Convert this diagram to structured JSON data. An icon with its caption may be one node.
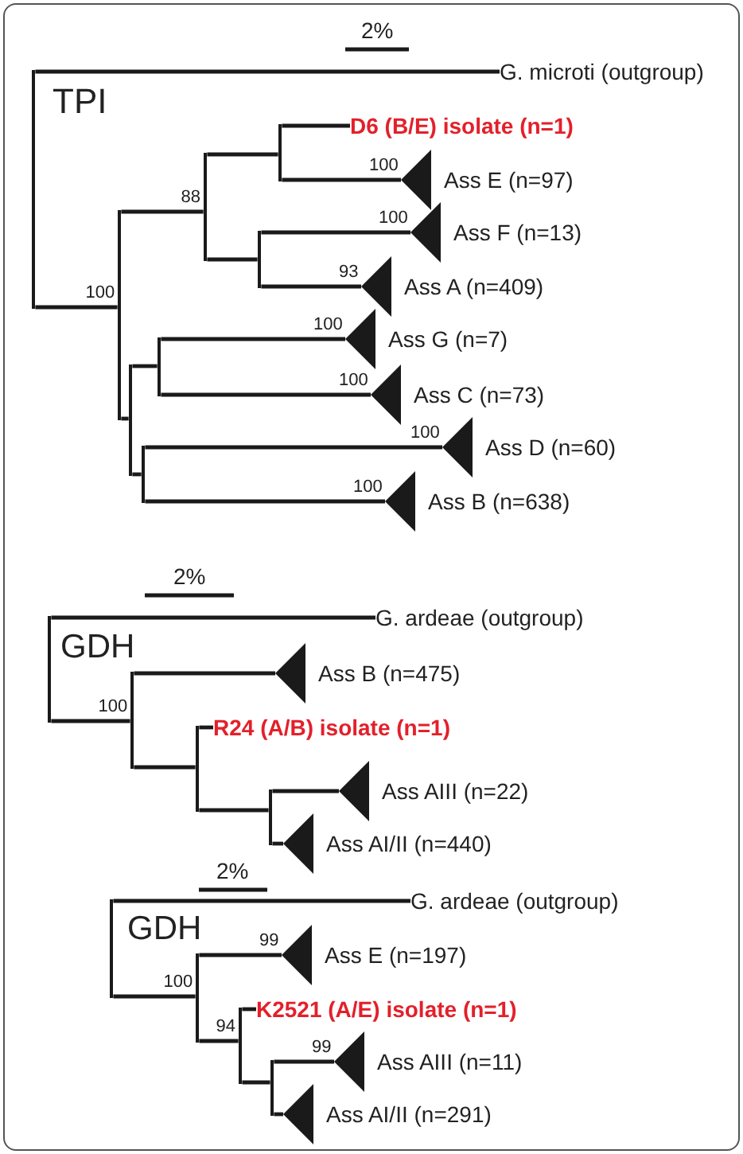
{
  "diagram": {
    "nodes": [
      {
        "text": [],
        "shape": "bar"
      },
      {
        "text": [
          "G. microti (outgroup)"
        ]
      },
      {
        "text": [],
        "shape": "bar"
      },
      {
        "text": [],
        "shape": "bar"
      },
      {
        "text": [],
        "shape": "bar"
      },
      {
        "text": [
          "D6 (B/E) isolate (n=1)"
        ]
      },
      {
        "text": [],
        "shape": "triangle",
        "beside": [
          "Ass E (n=97)"
        ]
      },
      {
        "text": [],
        "shape": "bar"
      },
      {
        "text": [],
        "shape": "triangle",
        "beside": [
          "Ass F (n=13)"
        ]
      },
      {
        "text": [],
        "shape": "triangle",
        "beside": [
          "Ass A (n=409)"
        ]
      },
      {
        "text": [],
        "shape": "bar"
      },
      {
        "text": [],
        "shape": "bar"
      },
      {
        "text": [],
        "shape": "triangle",
        "beside": [
          "Ass G (n=7)"
        ]
      },
      {
        "text": [],
        "shape": "triangle",
        "beside": [
          "Ass C (n=73)"
        ]
      },
      {
        "text": [],
        "shape": "bar"
      },
      {
        "text": [],
        "shape": "triangle",
        "beside": [
          "Ass D (n=60)"
        ]
      },
      {
        "text": [],
        "shape": "triangle",
        "beside": [
          "Ass B (n=638)"
        ]
      },
      {
        "text": [],
        "shape": "bar"
      },
      {
        "text": [
          "G. ardeae (outgroup)"
        ]
      },
      {
        "text": [],
        "shape": "bar"
      },
      {
        "text": [],
        "shape": "triangle",
        "beside": [
          "Ass B (n=475)"
        ]
      },
      {
        "text": [],
        "shape": "bar"
      },
      {
        "text": [
          "R24 (A/B) isolate (n=1)"
        ]
      },
      {
        "text": [],
        "shape": "bar"
      },
      {
        "text": [],
        "shape": "triangle",
        "beside": [
          "Ass AIII (n=22)"
        ]
      },
      {
        "text": [],
        "shape": "triangle",
        "beside": [
          "Ass AI/II (n=440)"
        ]
      },
      {
        "text": [],
        "shape": "bar"
      },
      {
        "text": [
          "G. ardeae (outgroup)"
        ]
      },
      {
        "text": [],
        "shape": "bar"
      },
      {
        "text": [],
        "shape": "triangle",
        "beside": [
          "Ass E (n=197)"
        ]
      },
      {
        "text": [],
        "shape": "bar"
      },
      {
        "text": [
          "K2521 (A/E) isolate (n=1)"
        ]
      },
      {
        "text": [],
        "shape": "bar"
      },
      {
        "text": [],
        "shape": "triangle",
        "beside": [
          "Ass AIII (n=11)"
        ]
      },
      {
        "text": [],
        "shape": "triangle",
        "beside": [
          "Ass AI/II (n=291)"
        ]
      }
    ],
    "edges": [
      {
        "from": 0,
        "to": 1,
        "arrow": "none"
      },
      {
        "from": 0,
        "to": 2,
        "arrow": "none",
        "label": "100"
      },
      {
        "from": 2,
        "to": 3,
        "arrow": "none",
        "label": "88"
      },
      {
        "from": 3,
        "to": 4,
        "arrow": "none"
      },
      {
        "from": 4,
        "to": 5,
        "arrow": "none"
      },
      {
        "from": 4,
        "to": 6,
        "arrow": "none",
        "label": "100"
      },
      {
        "from": 3,
        "to": 7,
        "arrow": "none"
      },
      {
        "from": 7,
        "to": 8,
        "arrow": "none",
        "label": "100"
      },
      {
        "from": 7,
        "to": 9,
        "arrow": "none",
        "label": "93"
      },
      {
        "from": 2,
        "to": 10,
        "arrow": "none"
      },
      {
        "from": 10,
        "to": 11,
        "arrow": "none"
      },
      {
        "from": 11,
        "to": 12,
        "arrow": "none",
        "label": "100"
      },
      {
        "from": 11,
        "to": 13,
        "arrow": "none",
        "label": "100"
      },
      {
        "from": 10,
        "to": 14,
        "arrow": "none"
      },
      {
        "from": 14,
        "to": 15,
        "arrow": "none",
        "label": "100"
      },
      {
        "from": 14,
        "to": 16,
        "arrow": "none",
        "label": "100"
      },
      {
        "from": 17,
        "to": 18,
        "arrow": "none"
      },
      {
        "from": 17,
        "to": 19,
        "arrow": "none",
        "label": "100"
      },
      {
        "from": 19,
        "to": 20,
        "arrow": "none"
      },
      {
        "from": 19,
        "to": 21,
        "arrow": "none"
      },
      {
        "from": 21,
        "to": 22,
        "arrow": "none"
      },
      {
        "from": 21,
        "to": 23,
        "arrow": "none"
      },
      {
        "from": 23,
        "to": 24,
        "arrow": "none"
      },
      {
        "from": 23,
        "to": 25,
        "arrow": "none"
      },
      {
        "from": 26,
        "to": 27,
        "arrow": "none"
      },
      {
        "from": 26,
        "to": 28,
        "arrow": "none",
        "label": "100"
      },
      {
        "from": 28,
        "to": 29,
        "arrow": "none",
        "label": "99"
      },
      {
        "from": 28,
        "to": 30,
        "arrow": "none",
        "label": "94"
      },
      {
        "from": 30,
        "to": 31,
        "arrow": "none"
      },
      {
        "from": 30,
        "to": 32,
        "arrow": "none"
      },
      {
        "from": 32,
        "to": 33,
        "arrow": "none",
        "label": "99"
      },
      {
        "from": 32,
        "to": 34,
        "arrow": "none"
      }
    ],
    "labels": [
      "2%",
      "TPI",
      "2%",
      "GDH",
      "2%",
      "GDH"
    ]
  }
}
